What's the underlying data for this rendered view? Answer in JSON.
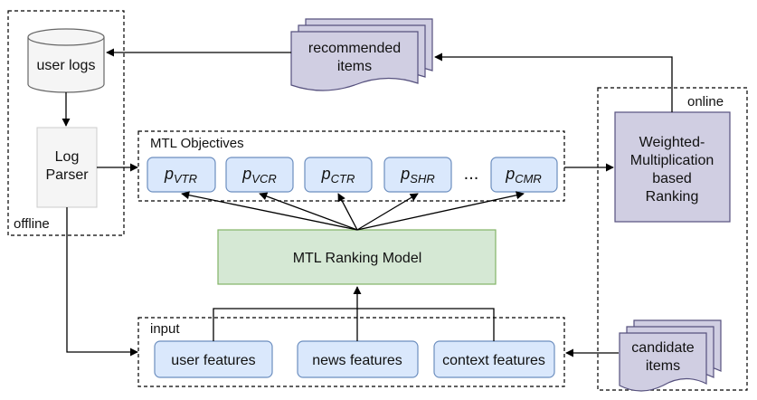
{
  "colors": {
    "blue_fill": "#dae8fc",
    "blue_stroke": "#6c8ebf",
    "green_fill": "#d5e8d4",
    "green_stroke": "#82b366",
    "purple_fill": "#d0cee2",
    "purple_stroke": "#56517e",
    "gray_fill": "#f5f5f5",
    "gray_stroke": "#666666",
    "line": "#000000"
  },
  "offline": {
    "label": "offline",
    "user_logs": "user logs",
    "log_parser_line1": "Log",
    "log_parser_line2": "Parser"
  },
  "recommended": {
    "line1": "recommended",
    "line2": "items"
  },
  "online": {
    "label": "online",
    "ranking_line1": "Weighted-",
    "ranking_line2": "Multiplication",
    "ranking_line3": "based",
    "ranking_line4": "Ranking"
  },
  "objectives": {
    "title": "MTL Objectives",
    "ellipsis": "...",
    "items": [
      {
        "p": "p",
        "sub": "VTR"
      },
      {
        "p": "p",
        "sub": "VCR"
      },
      {
        "p": "p",
        "sub": "CTR"
      },
      {
        "p": "p",
        "sub": "SHR"
      },
      {
        "p": "p",
        "sub": "CMR"
      }
    ]
  },
  "model": {
    "label": "MTL Ranking Model"
  },
  "input": {
    "title": "input",
    "features": [
      "user features",
      "news features",
      "context features"
    ]
  },
  "candidate": {
    "line1": "candidate",
    "line2": "items"
  }
}
